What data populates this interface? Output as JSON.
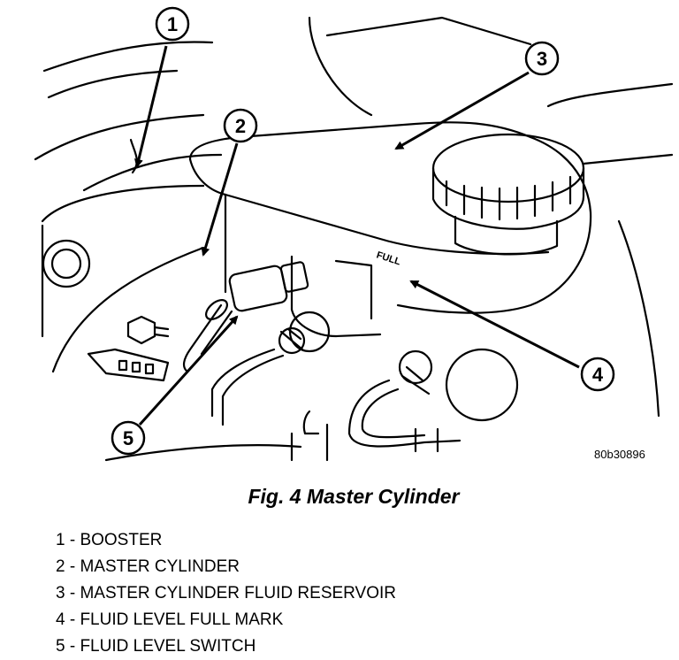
{
  "figure": {
    "code": "80b30896",
    "part_label": "FULL",
    "callouts": [
      "1",
      "2",
      "3",
      "4",
      "5"
    ]
  },
  "caption": "Fig. 4 Master Cylinder",
  "legend": [
    "1 - BOOSTER",
    "2 - MASTER CYLINDER",
    "3 - MASTER CYLINDER FLUID RESERVOIR",
    "4 - FLUID LEVEL FULL MARK",
    "5 - FLUID LEVEL SWITCH"
  ]
}
